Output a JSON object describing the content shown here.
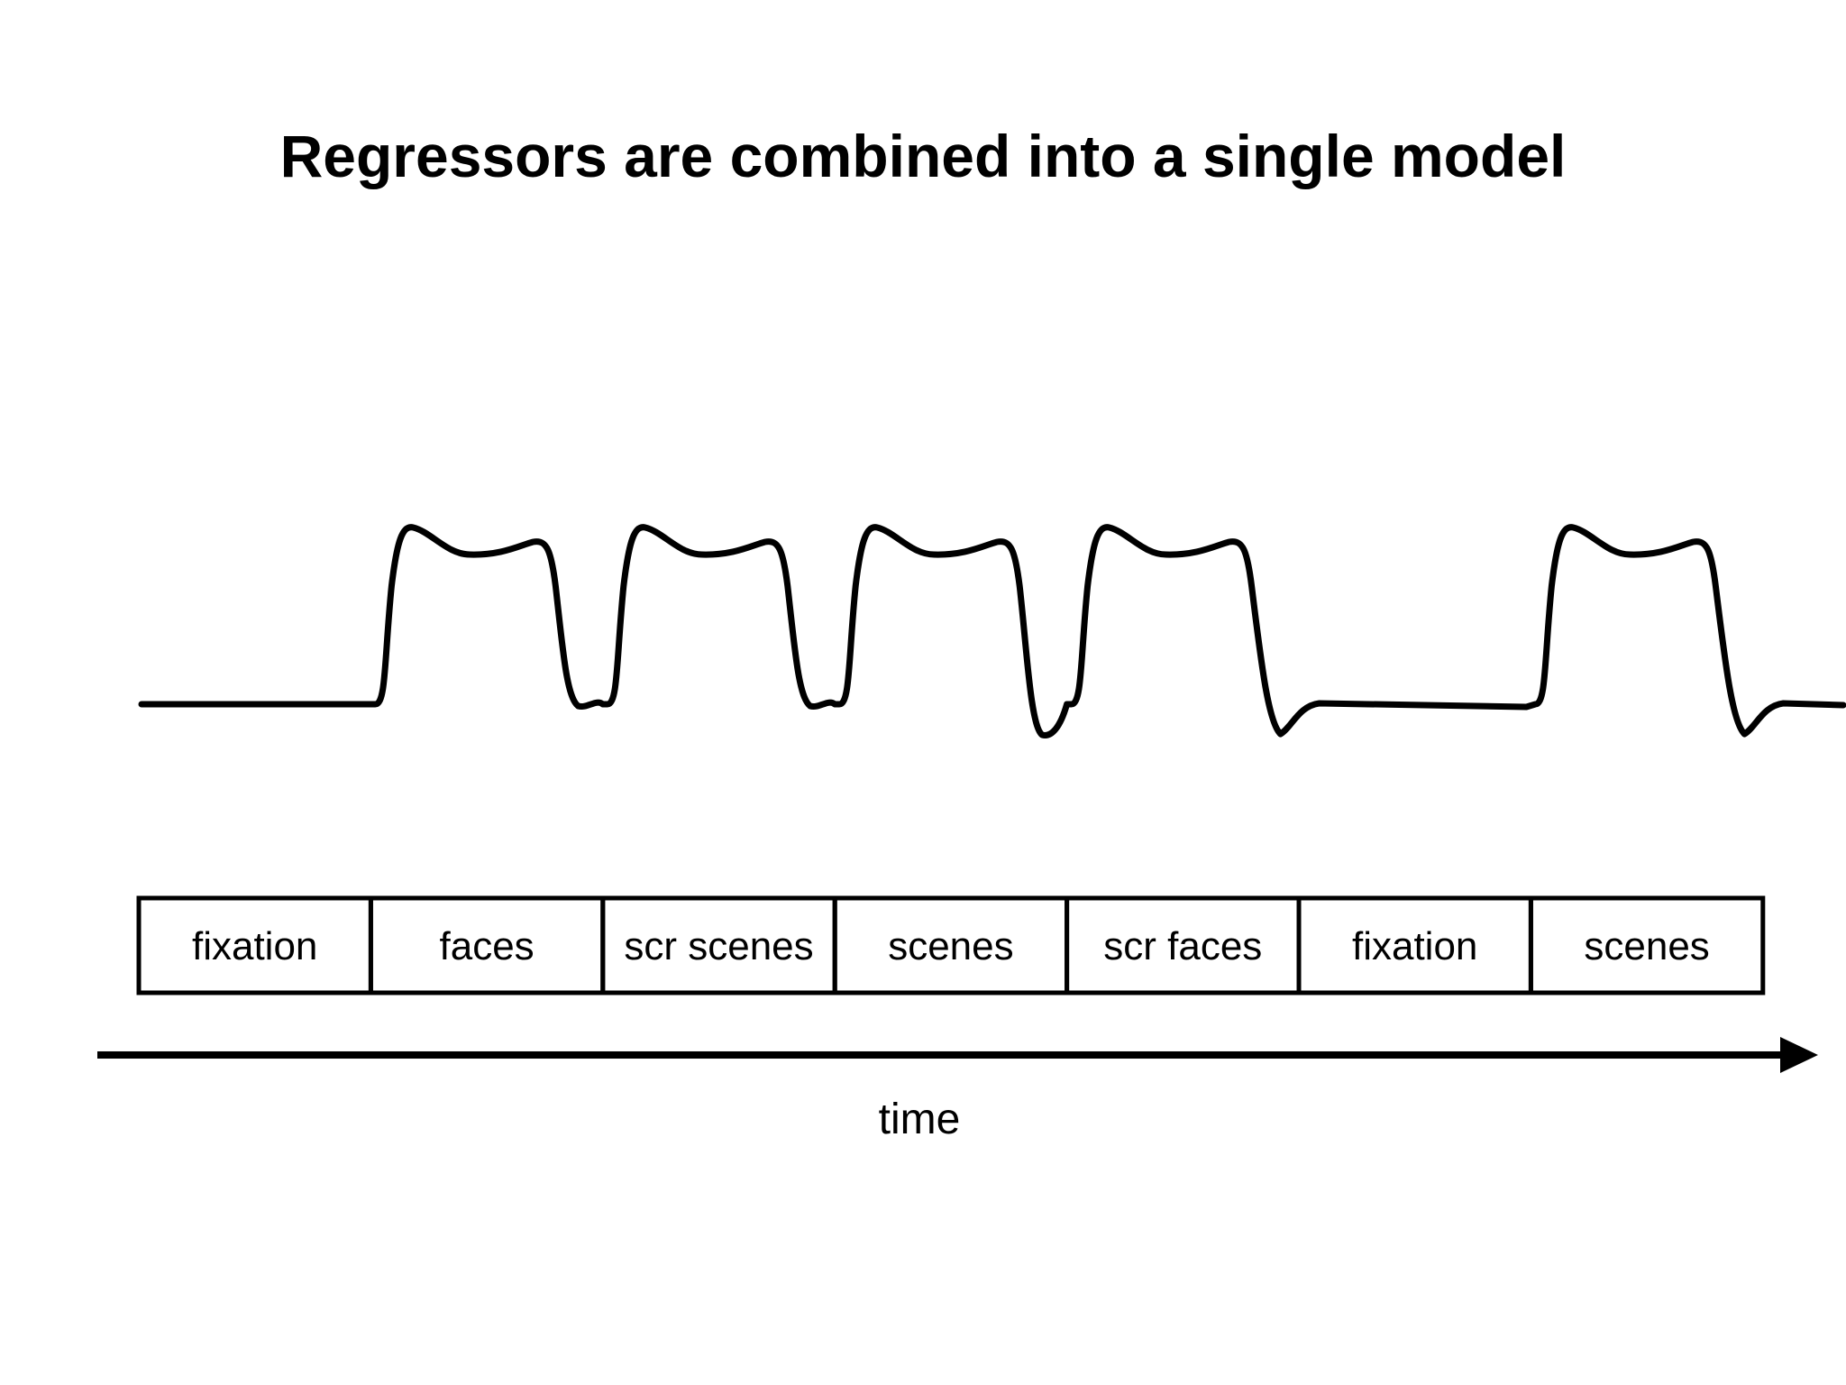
{
  "title": "Regressors are combined into a single model",
  "blocks": [
    {
      "label": "fixation",
      "active": false
    },
    {
      "label": "faces",
      "active": true
    },
    {
      "label": "scr scenes",
      "active": true
    },
    {
      "label": "scenes",
      "active": true
    },
    {
      "label": "scr faces",
      "active": true
    },
    {
      "label": "fixation",
      "active": false
    },
    {
      "label": "scenes",
      "active": true
    }
  ],
  "axis": {
    "label": "time"
  },
  "colors": {
    "ink": "#000000",
    "background": "#ffffff"
  }
}
